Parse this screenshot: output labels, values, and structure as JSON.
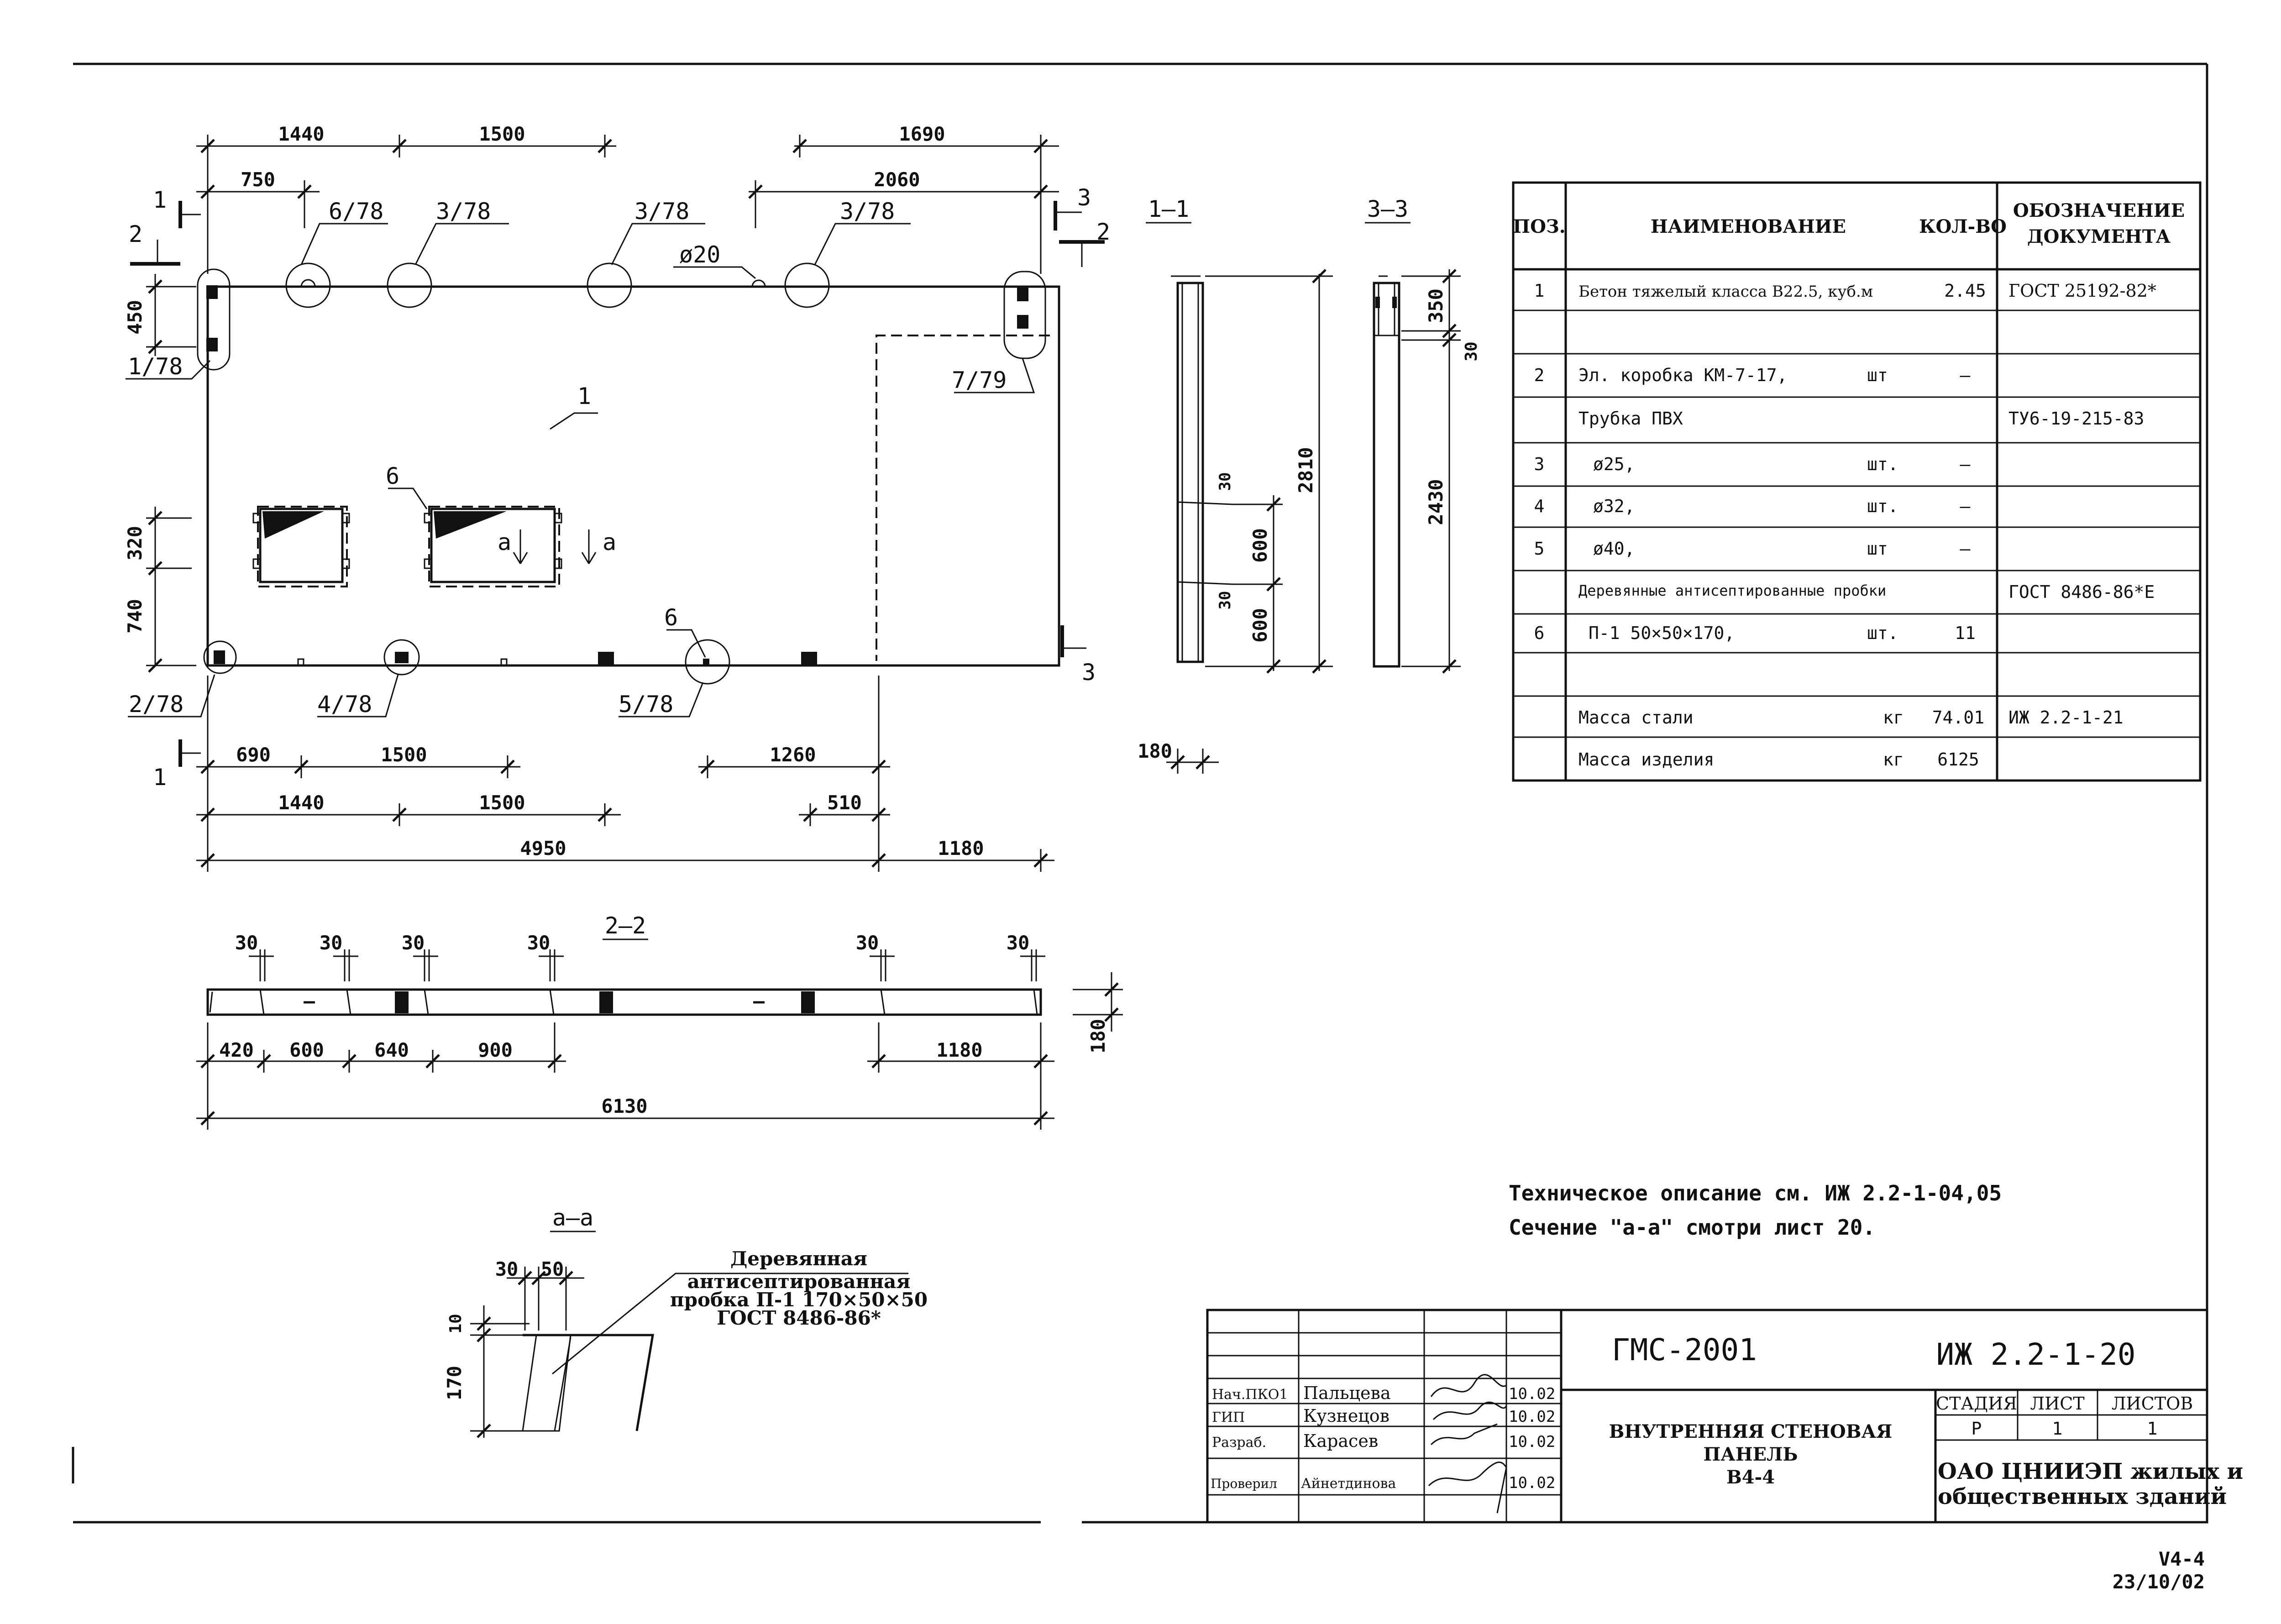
{
  "dims": {
    "top1": [
      "1440",
      "1500",
      "1690"
    ],
    "top2": [
      "750",
      "2060"
    ],
    "left": [
      "450",
      "320",
      "740"
    ],
    "bot1": [
      "690",
      "1500",
      "1260"
    ],
    "bot2": [
      "1440",
      "1500",
      "510"
    ],
    "bot3": [
      "4950",
      "1180"
    ],
    "sec1": [
      "2810",
      "600",
      "600",
      "180"
    ],
    "sec1_small": [
      "30",
      "30"
    ],
    "sec3": [
      "350",
      "30",
      "2430"
    ],
    "s22_top": [
      "30",
      "30",
      "30",
      "30",
      "30",
      "30"
    ],
    "s22_bot": [
      "420",
      "600",
      "640",
      "900",
      "1180"
    ],
    "s22_total": "6130",
    "s22_height": "180",
    "aa": [
      "30",
      "50",
      "10",
      "170"
    ]
  },
  "callouts": {
    "c678": "6/78",
    "c378a": "3/78",
    "c378b": "3/78",
    "c378c": "3/78",
    "phi20": "ø20",
    "c178": "1/78",
    "c779": "7/79",
    "c278": "2/78",
    "c478": "4/78",
    "c578": "5/78",
    "pos1": "1",
    "pos6a": "6",
    "pos6b": "6"
  },
  "cuts": {
    "one": "1",
    "two": "2",
    "three": "3",
    "a": "a"
  },
  "section_titles": {
    "s11": "1–1",
    "s33": "3–3",
    "s22": "2–2",
    "saa": "a–a"
  },
  "aa_note": {
    "l1": "Деревянная",
    "l2": "антисептированная",
    "l3": "пробка П-1 170×50×50",
    "l4": "ГОСТ 8486-86*"
  },
  "spec": {
    "headers": {
      "pos": "ПОЗ.",
      "name": "НАИМЕНОВАНИЕ",
      "qty": "КОЛ-ВО",
      "doc1": "ОБОЗНАЧЕНИЕ",
      "doc2": "ДОКУМЕНТА"
    },
    "rows": [
      {
        "pos": "1",
        "name": "Бетон тяжелый класса В22.5, куб.м",
        "unit": "",
        "qty": "2.45",
        "doc": "ГОСТ 25192-82*"
      },
      {
        "pos": "",
        "name": "",
        "unit": "",
        "qty": "",
        "doc": ""
      },
      {
        "pos": "2",
        "name": "Эл. коробка КМ-7-17,",
        "unit": "шт",
        "qty": "–",
        "doc": ""
      },
      {
        "pos": "",
        "name": "Трубка ПВХ",
        "unit": "",
        "qty": "",
        "doc": "ТУ6-19-215-83"
      },
      {
        "pos": "3",
        "name": "ø25,",
        "unit": "шт.",
        "qty": "–",
        "doc": ""
      },
      {
        "pos": "4",
        "name": "ø32,",
        "unit": "шт.",
        "qty": "–",
        "doc": ""
      },
      {
        "pos": "5",
        "name": "ø40,",
        "unit": "шт",
        "qty": "–",
        "doc": ""
      },
      {
        "pos": "",
        "name": "Деревянные антисептированные пробки",
        "unit": "",
        "qty": "",
        "doc": "ГОСТ 8486-86*Е"
      },
      {
        "pos": "6",
        "name": "П-1   50×50×170,",
        "unit": "шт.",
        "qty": "11",
        "doc": ""
      },
      {
        "pos": "",
        "name": "",
        "unit": "",
        "qty": "",
        "doc": ""
      },
      {
        "pos": "",
        "name": "Масса стали",
        "unit": "кг",
        "qty": "74.01",
        "doc": "ИЖ 2.2-1-21"
      },
      {
        "pos": "",
        "name": "Масса изделия",
        "unit": "кг",
        "qty": "6125",
        "doc": ""
      }
    ]
  },
  "notes": {
    "n1": "Техническое описание  см. ИЖ 2.2-1-04,05",
    "n2": "Сечение \"а-а\" смотри лист 20."
  },
  "title_block": {
    "code": "ГМС-2001",
    "doc": "ИЖ 2.2-1-20",
    "name1": "ВНУТРЕННЯЯ СТЕНОВАЯ",
    "name2": "ПАНЕЛЬ",
    "name3": "В4-4",
    "stage_h": "СТАДИЯ",
    "sheet_h": "ЛИСТ",
    "sheets_h": "ЛИСТОВ",
    "stage": "Р",
    "sheet": "1",
    "sheets": "1",
    "org1": "ОАО ЦНИИЭП жилых и",
    "org2": "общественных зданий",
    "people": [
      {
        "role": "Нач.ПКО1",
        "name": "Пальцева",
        "date": "10.02"
      },
      {
        "role": "ГИП",
        "name": "Кузнецов",
        "date": "10.02"
      },
      {
        "role": "Разраб.",
        "name": "Карасев",
        "date": "10.02"
      },
      {
        "role": "Проверил",
        "name": "Айнетдинова",
        "date": "10.02"
      }
    ]
  },
  "stamp": {
    "a": "V4-4",
    "b": "23/10/02"
  }
}
